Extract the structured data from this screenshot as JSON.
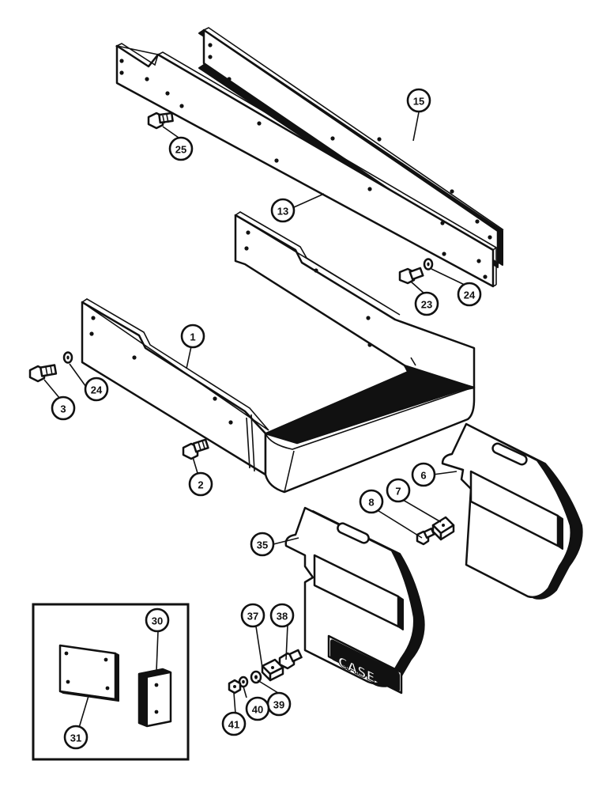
{
  "callouts": {
    "c15": "15",
    "c25": "25",
    "c13": "13",
    "c24_upper": "24",
    "c23": "23",
    "c1": "1",
    "c3": "3",
    "c24_lower": "24",
    "c2": "2",
    "c6": "6",
    "c7": "7",
    "c8": "8",
    "c35": "35",
    "c38": "38",
    "c37": "37",
    "c39": "39",
    "c40": "40",
    "c41": "41",
    "c30": "30",
    "c31": "31"
  },
  "logo_text": "CASE"
}
